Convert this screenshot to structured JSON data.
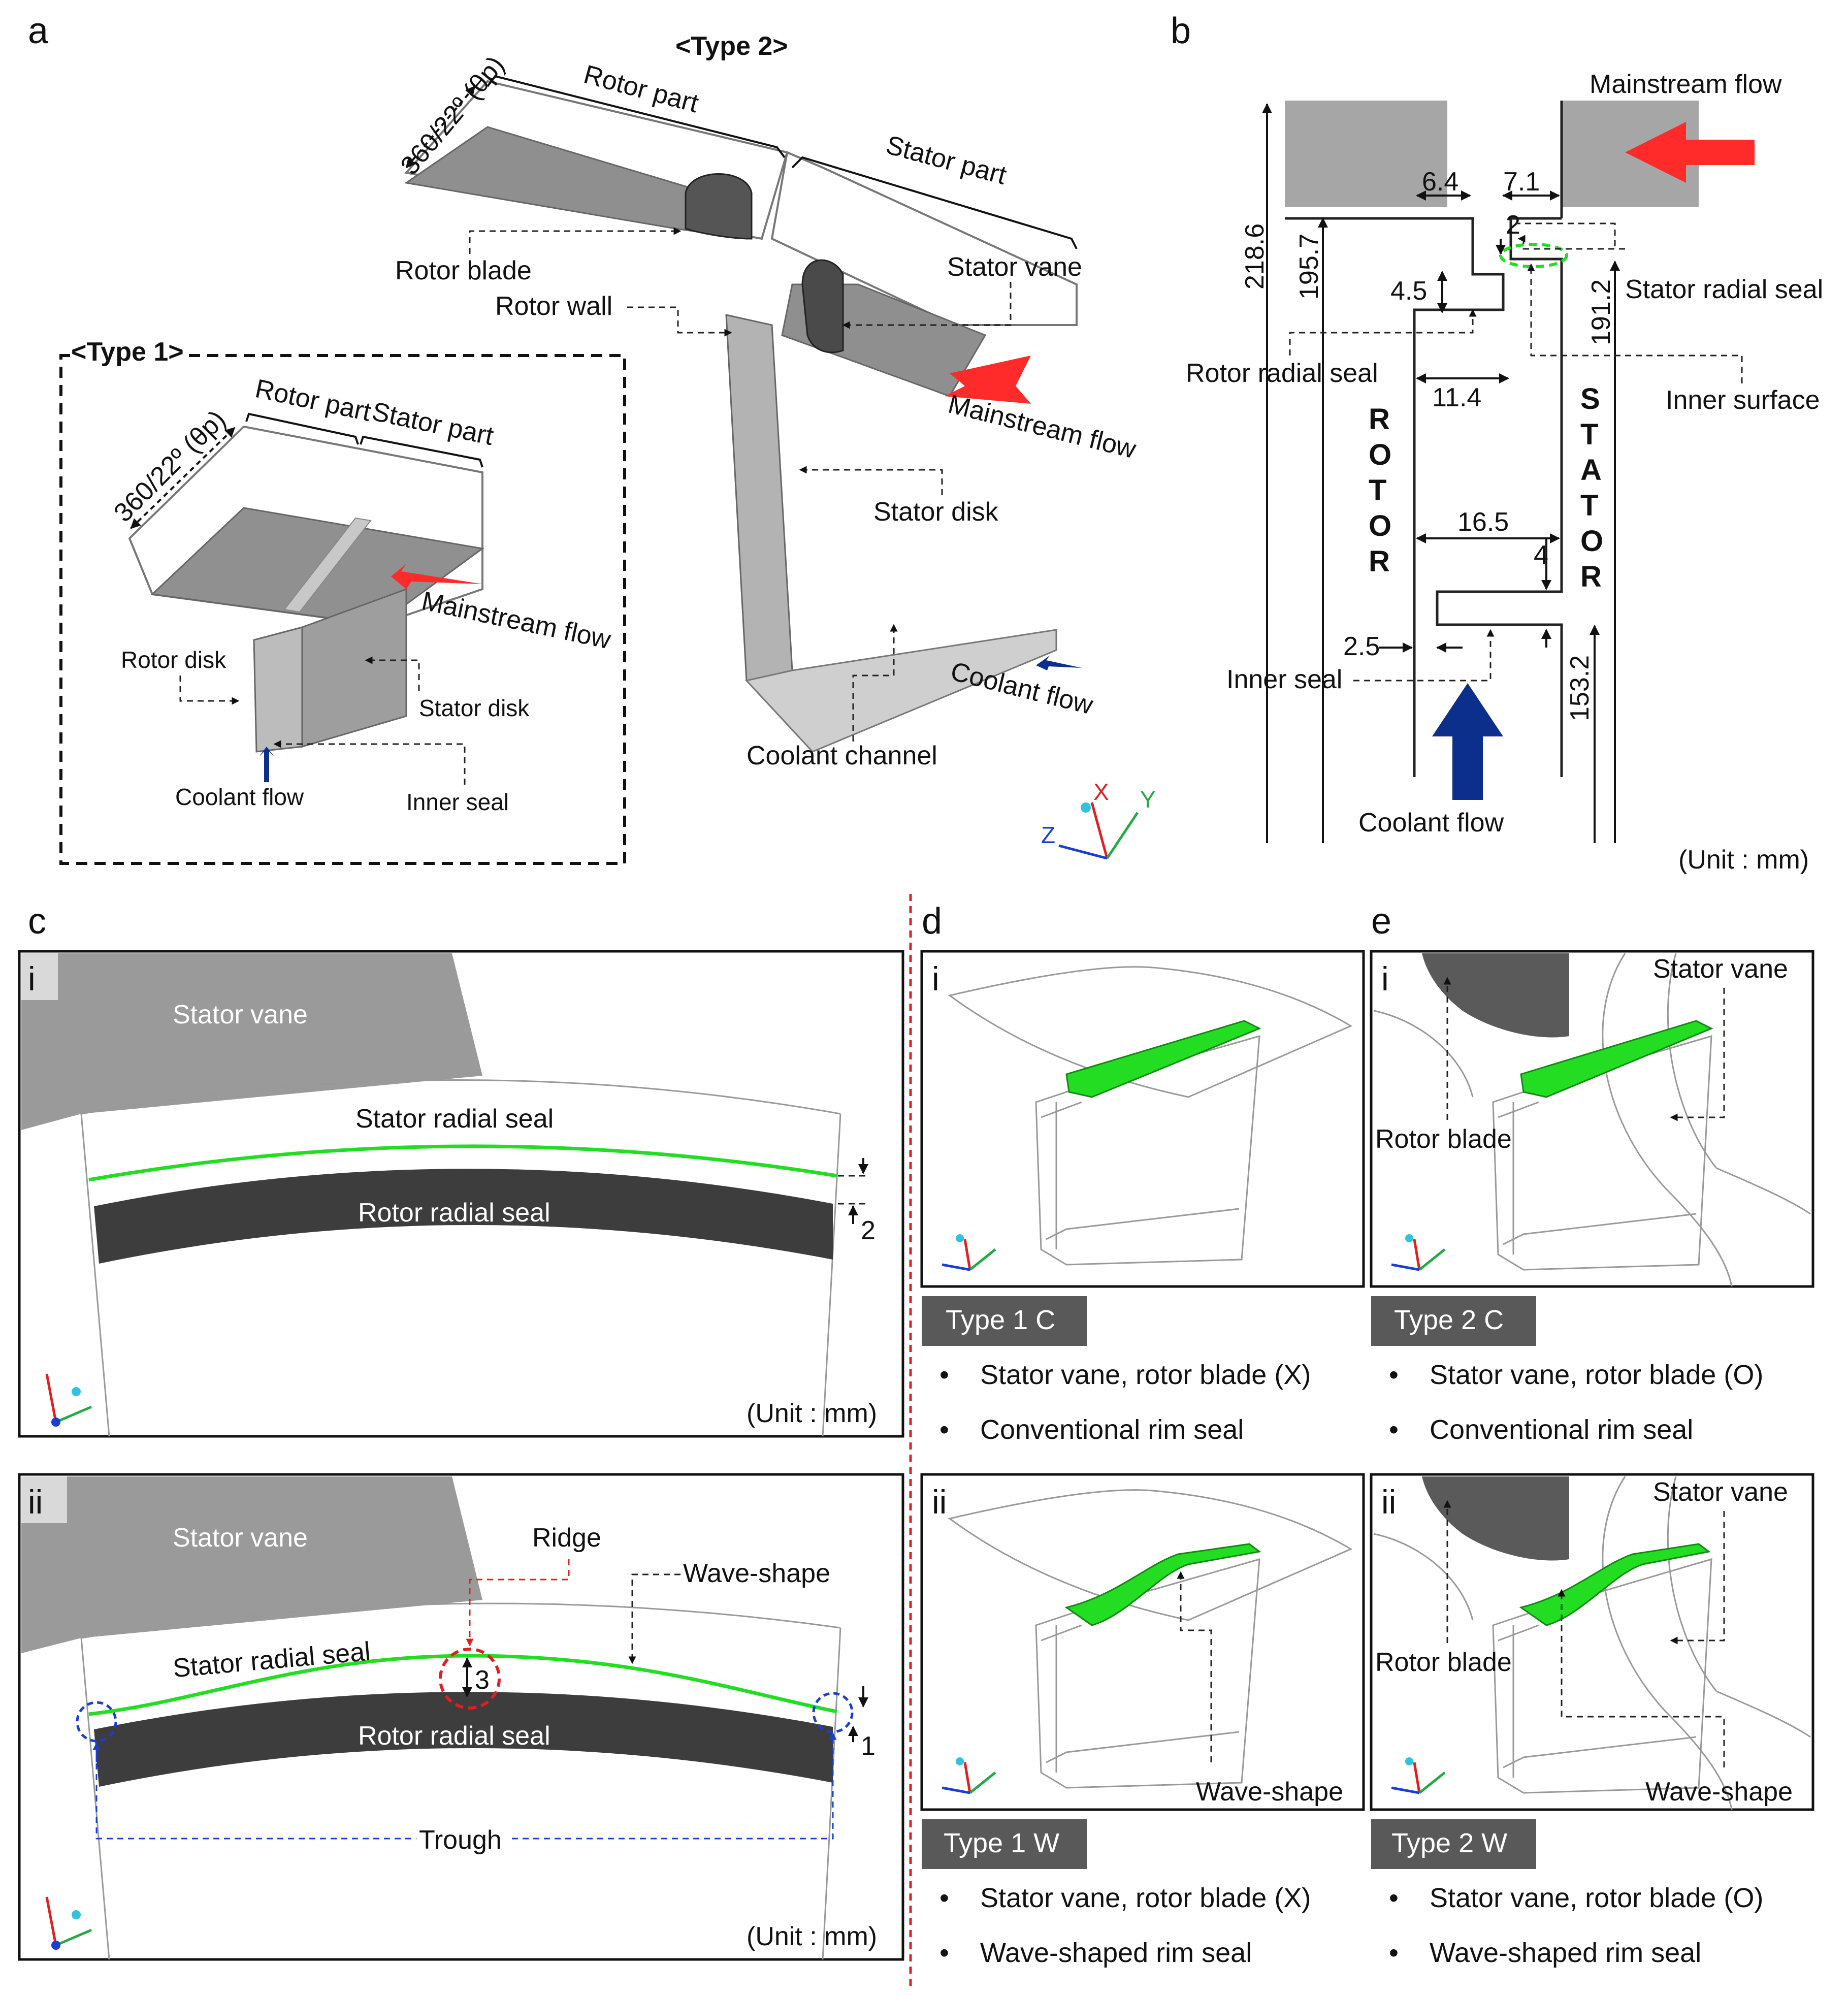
{
  "panels": {
    "a": "a",
    "b": "b",
    "c": "c",
    "d": "d",
    "e": "e"
  },
  "a": {
    "type2_title": "<Type 2>",
    "type1_title": "<Type 1>",
    "theta_label": "360/22º (θp)",
    "rotor_part": "Rotor part",
    "stator_part": "Stator part",
    "rotor_blade": "Rotor blade",
    "stator_vane": "Stator vane",
    "rotor_wall": "Rotor wall",
    "mainstream_flow": "Mainstream flow",
    "stator_disk": "Stator disk",
    "rotor_disk": "Rotor disk",
    "coolant_flow": "Coolant flow",
    "coolant_channel": "Coolant channel",
    "inner_seal": "Inner seal",
    "axis_x": "X",
    "axis_y": "Y",
    "axis_z": "Z"
  },
  "b": {
    "mainstream_flow": "Mainstream flow",
    "stator_radial_seal": "Stator radial seal",
    "rotor_radial_seal": "Rotor radial seal",
    "inner_surface": "Inner surface",
    "inner_seal": "Inner seal",
    "coolant_flow": "Coolant flow",
    "unit": "(Unit : mm)",
    "rotor_letters": [
      "R",
      "O",
      "T",
      "O",
      "R"
    ],
    "stator_letters": [
      "S",
      "T",
      "A",
      "T",
      "O",
      "R"
    ],
    "dims": {
      "d6_4": "6.4",
      "d7_1": "7.1",
      "d2": "2",
      "d4_5": "4.5",
      "d11_4": "11.4",
      "d16_5": "16.5",
      "d4": "4",
      "d2_5": "2.5",
      "d218_6": "218.6",
      "d195_7": "195.7",
      "d191_2": "191.2",
      "d153_2": "153.2"
    }
  },
  "c": {
    "i": {
      "roman": "i",
      "stator_vane": "Stator vane",
      "stator_radial_seal": "Stator radial seal",
      "rotor_radial_seal": "Rotor radial seal",
      "gap": "2",
      "unit": "(Unit : mm)"
    },
    "ii": {
      "roman": "ii",
      "stator_vane": "Stator vane",
      "stator_radial_seal": "Stator radial seal",
      "rotor_radial_seal": "Rotor radial seal",
      "ridge": "Ridge",
      "wave_shape": "Wave-shape",
      "ridge_val": "3",
      "gap": "1",
      "trough": "Trough",
      "unit": "(Unit : mm)"
    }
  },
  "d": {
    "i": {
      "roman": "i",
      "tag": "Type 1 C",
      "bullets": [
        "Stator vane, rotor blade (X)",
        "Conventional rim seal"
      ]
    },
    "ii": {
      "roman": "ii",
      "wave_shape": "Wave-shape",
      "tag": "Type 1 W",
      "bullets": [
        "Stator vane, rotor blade (X)",
        "Wave-shaped rim seal"
      ]
    }
  },
  "e": {
    "i": {
      "roman": "i",
      "stator_vane": "Stator vane",
      "rotor_blade": "Rotor blade",
      "tag": "Type 2 C",
      "bullets": [
        "Stator vane, rotor blade (O)",
        "Conventional rim seal"
      ]
    },
    "ii": {
      "roman": "ii",
      "stator_vane": "Stator vane",
      "rotor_blade": "Rotor blade",
      "wave_shape": "Wave-shape",
      "tag": "Type 2 W",
      "bullets": [
        "Stator vane, rotor blade (O)",
        "Wave-shaped rim seal"
      ]
    }
  },
  "bullet_symbol": "•",
  "colors": {
    "mainstream_arrow": "#ff2a2a",
    "coolant_arrow": "#0b2f8a",
    "seal_highlight": "#22dd22",
    "stator_solid": "#a6a6a6",
    "rotor_seal": "#3d3d3d",
    "tag_bg": "#595959",
    "divider": "#e02020"
  }
}
